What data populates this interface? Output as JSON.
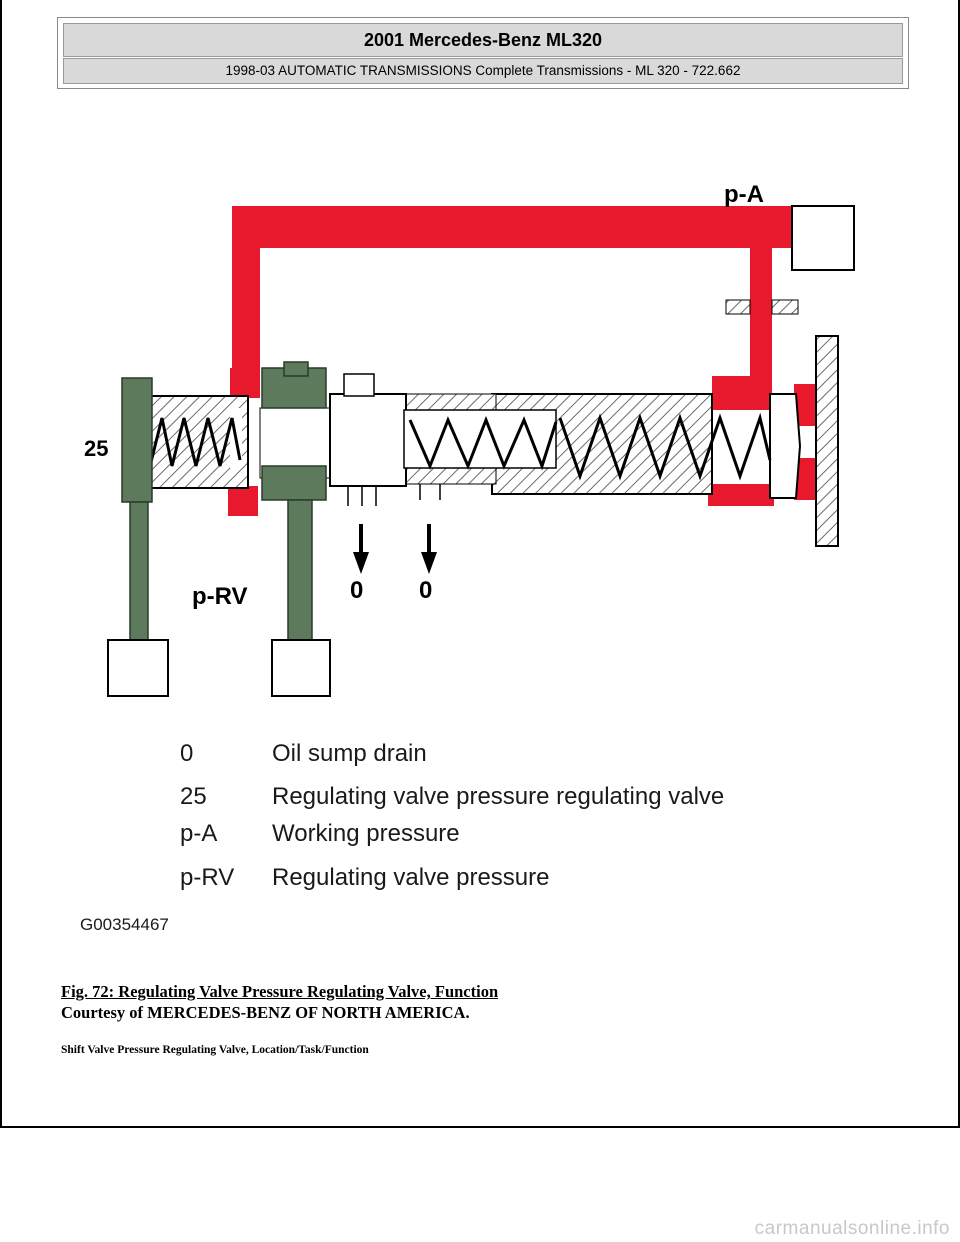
{
  "header": {
    "title": "2001 Mercedes-Benz ML320",
    "subtitle": "1998-03 AUTOMATIC TRANSMISSIONS Complete Transmissions - ML 320 - 722.662"
  },
  "diagram": {
    "labels": {
      "pa": "p-A",
      "num25": "25",
      "prv": "p-RV",
      "zero1": "0",
      "zero2": "0"
    },
    "legend": [
      {
        "key": "0",
        "desc": "Oil sump drain"
      },
      {
        "key": "25",
        "desc": "Regulating valve pressure regulating valve"
      },
      {
        "key": "p-A",
        "desc": "Working pressure"
      },
      {
        "key": "p-RV",
        "desc": "Regulating valve pressure"
      }
    ],
    "graphic_id": "G00354467",
    "colors": {
      "working": "#e8192c",
      "regulating": "#5d7a5d",
      "hatch": "#6b6b6b"
    }
  },
  "caption": "Fig. 72: Regulating Valve Pressure Regulating Valve, Function",
  "courtesy": "Courtesy of MERCEDES-BENZ OF NORTH AMERICA.",
  "subheading": "Shift Valve Pressure Regulating Valve, Location/Task/Function",
  "watermark": "carmanualsonline.info"
}
